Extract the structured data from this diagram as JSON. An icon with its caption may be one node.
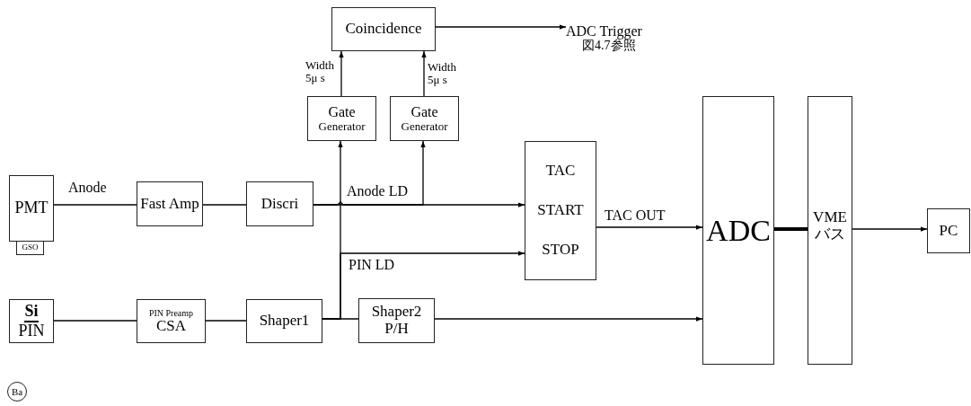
{
  "diagram": {
    "nodes": [
      {
        "text": [
          "PMT"
        ]
      },
      {
        "text": [
          "GSO"
        ]
      },
      {
        "text": [
          "Fast Amp"
        ]
      },
      {
        "text": [
          "Discri"
        ]
      },
      {
        "text": [
          "Coincidence"
        ]
      },
      {
        "text": [
          "Gate",
          "Generator"
        ]
      },
      {
        "text": [
          "Gate",
          "Generator"
        ]
      },
      {
        "text": [
          "TAC",
          "START",
          "STOP"
        ]
      },
      {
        "text": [
          "Si",
          "PIN"
        ]
      },
      {
        "text": [
          "PIN Preamp",
          "CSA"
        ]
      },
      {
        "text": [
          "Shaper1"
        ]
      },
      {
        "text": [
          "Shaper2 P/H"
        ]
      },
      {
        "text": [
          "ADC"
        ]
      },
      {
        "text": [
          "VME バス"
        ]
      },
      {
        "text": [
          "PC"
        ]
      },
      {
        "text": [
          "ADC Trigger",
          "図4.7参照"
        ]
      },
      {
        "text": [
          "Ba"
        ]
      }
    ],
    "edges": [
      {
        "from": 0,
        "to": 2,
        "arrow": "none",
        "label": "Anode"
      },
      {
        "from": 2,
        "to": 3,
        "arrow": "none"
      },
      {
        "from": 3,
        "to": 7,
        "arrow": "to",
        "label": "Anode LD"
      },
      {
        "from": 3,
        "to": 6,
        "arrow": "to"
      },
      {
        "from": 8,
        "to": 9,
        "arrow": "none"
      },
      {
        "from": 9,
        "to": 10,
        "arrow": "none"
      },
      {
        "from": 10,
        "to": 11,
        "arrow": "none"
      },
      {
        "from": 10,
        "to": 5,
        "arrow": "to"
      },
      {
        "from": 10,
        "to": 7,
        "arrow": "to",
        "label": "PIN LD"
      },
      {
        "from": 5,
        "to": 4,
        "arrow": "to",
        "label": "Width 5μ s"
      },
      {
        "from": 6,
        "to": 4,
        "arrow": "to",
        "label": "Width 5μ s"
      },
      {
        "from": 4,
        "to": 15,
        "arrow": "to"
      },
      {
        "from": 7,
        "to": 12,
        "arrow": "to",
        "label": "TAC OUT"
      },
      {
        "from": 11,
        "to": 12,
        "arrow": "to"
      },
      {
        "from": 12,
        "to": 13,
        "arrow": "none",
        "style": "thick"
      },
      {
        "from": 13,
        "to": 14,
        "arrow": "to"
      }
    ]
  }
}
